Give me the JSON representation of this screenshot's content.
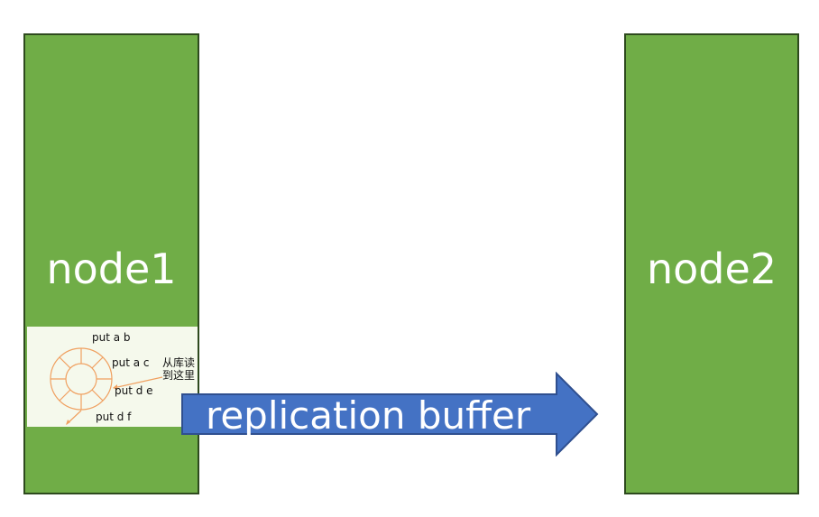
{
  "nodes": [
    {
      "label": "node1"
    },
    {
      "label": "node2"
    }
  ],
  "buffer": {
    "entries": [
      "put a b",
      "put a c",
      "put d e",
      "put d f"
    ],
    "annotation_line1": "从库读",
    "annotation_line2": "到这里"
  },
  "arrow": {
    "label": "replication buffer"
  },
  "colors": {
    "node_fill": "#70ad47",
    "node_border": "#2e4a1e",
    "arrow_fill": "#4472c4",
    "arrow_border": "#2f4f8f",
    "ring_stroke": "#f0a060",
    "panel_fill": "#f5f9ec"
  }
}
